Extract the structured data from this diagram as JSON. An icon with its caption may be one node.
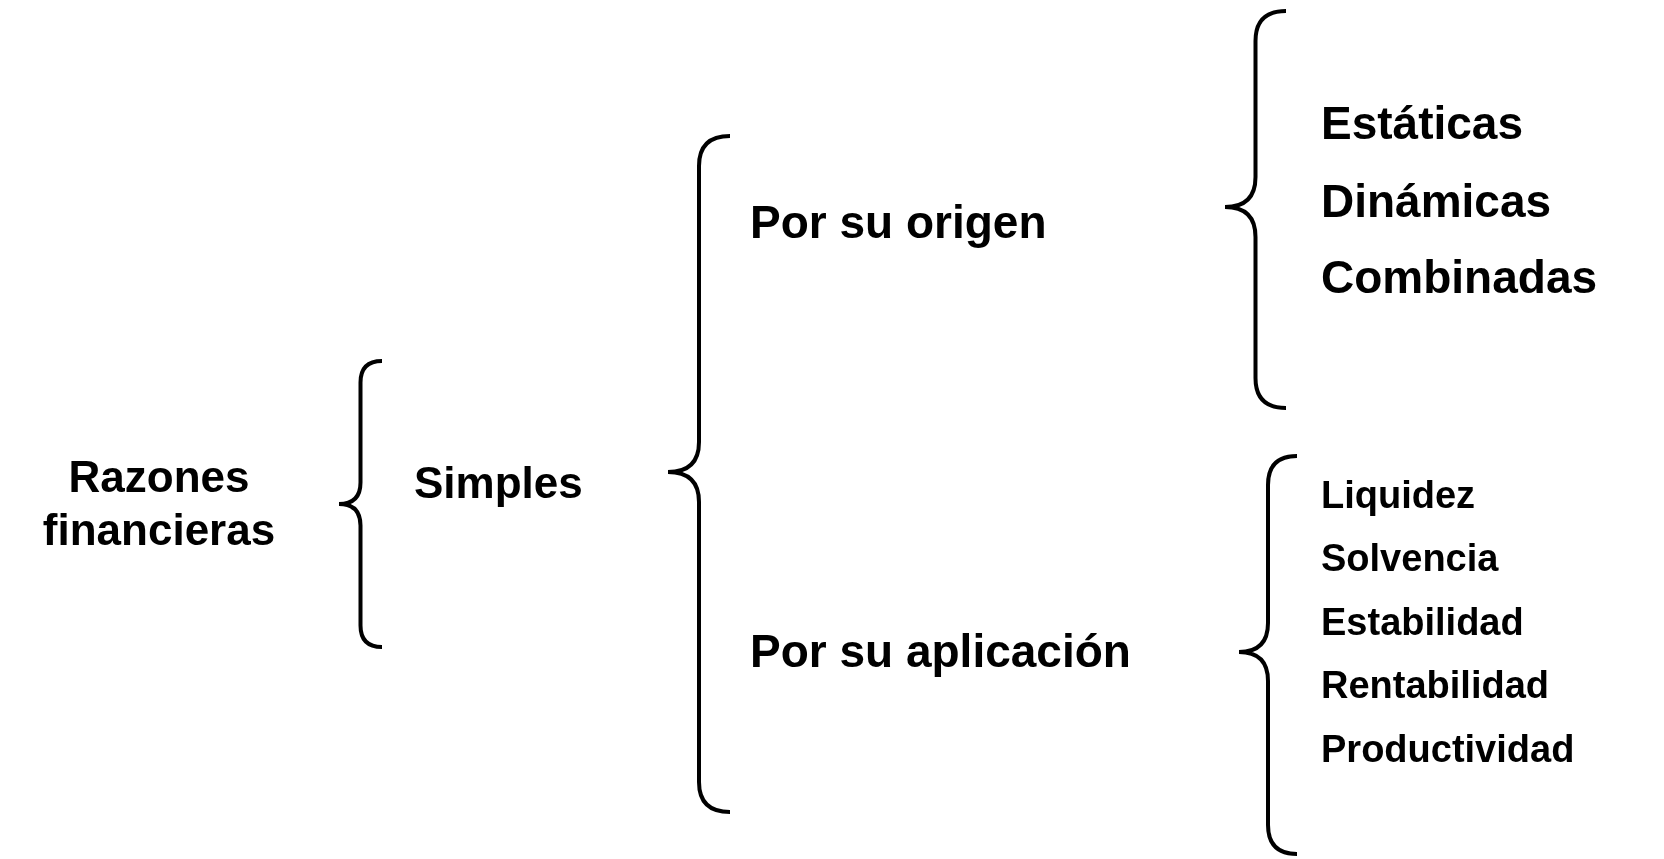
{
  "diagram": {
    "labels": [
      "Estáticas",
      "Dinámicas",
      "Combinadas",
      "Por su origen",
      "Razones financieras",
      "Simples",
      "Liquidez",
      "Solvencia",
      "Estabilidad",
      "Rentabilidad",
      "Productividad",
      "Por su aplicación"
    ]
  }
}
